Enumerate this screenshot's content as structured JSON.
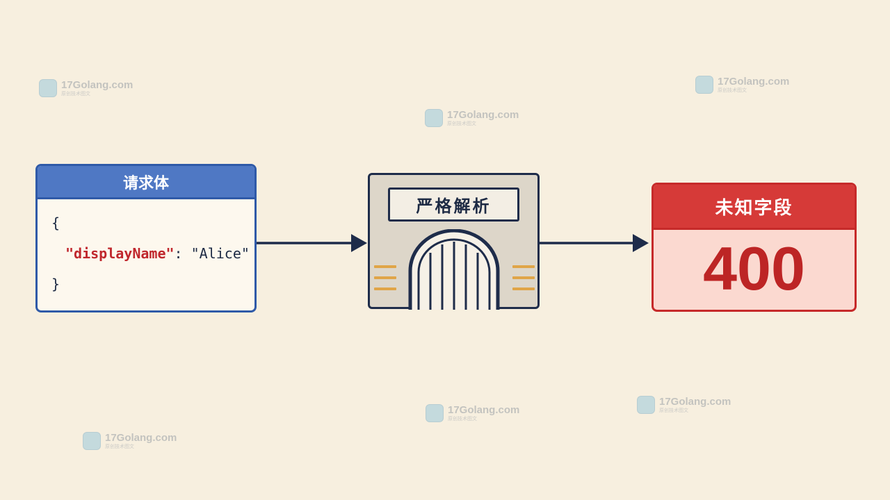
{
  "request": {
    "title": "请求体",
    "code": {
      "open": "{",
      "key": "\"displayName\"",
      "rest": ": \"Alice\"",
      "close": "}"
    }
  },
  "parser": {
    "label": "严格解析"
  },
  "error": {
    "title": "未知字段",
    "code": "400"
  },
  "watermark": {
    "text": "17Golang.com",
    "sub": "原创技术图文"
  },
  "colors": {
    "accent_blue": "#4f78c4",
    "accent_red": "#d63a38",
    "arrow": "#1e2c4a",
    "background": "#f7efdf"
  }
}
